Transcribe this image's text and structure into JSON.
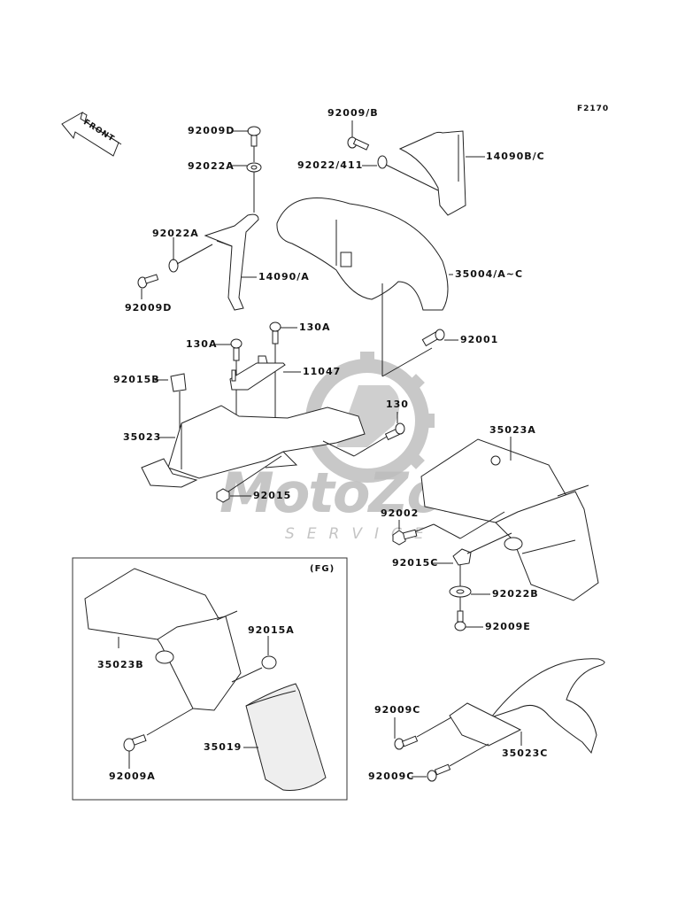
{
  "diagram": {
    "code": "F2170",
    "front_arrow": "FRONT",
    "inset_label": "(FG)",
    "watermark": {
      "title": "MotoZone",
      "subtitle": "SERVICE"
    },
    "labels": {
      "p92009D_top": "92009D",
      "p92022A_top": "92022A",
      "p92022A_side": "92022A",
      "p92009D_side": "92009D",
      "p14090A": "14090/A",
      "p92009B": "92009/B",
      "p92022_411": "92022/411",
      "p14090BC": "14090B/C",
      "p35004": "35004/A~C",
      "p92001": "92001",
      "p130A_left": "130A",
      "p130A_right": "130A",
      "p11047": "11047",
      "p92015B": "92015B",
      "p35023": "35023",
      "p130": "130",
      "p92015": "92015",
      "p35023A": "35023A",
      "p92002": "92002",
      "p92015C": "92015C",
      "p92022B": "92022B",
      "p92009E": "92009E",
      "p35023B": "35023B",
      "p92015A": "92015A",
      "p92009A": "92009A",
      "p35019": "35019",
      "p92009C_top": "92009C",
      "p92009C_bottom": "92009C",
      "p35023C": "35023C"
    }
  }
}
